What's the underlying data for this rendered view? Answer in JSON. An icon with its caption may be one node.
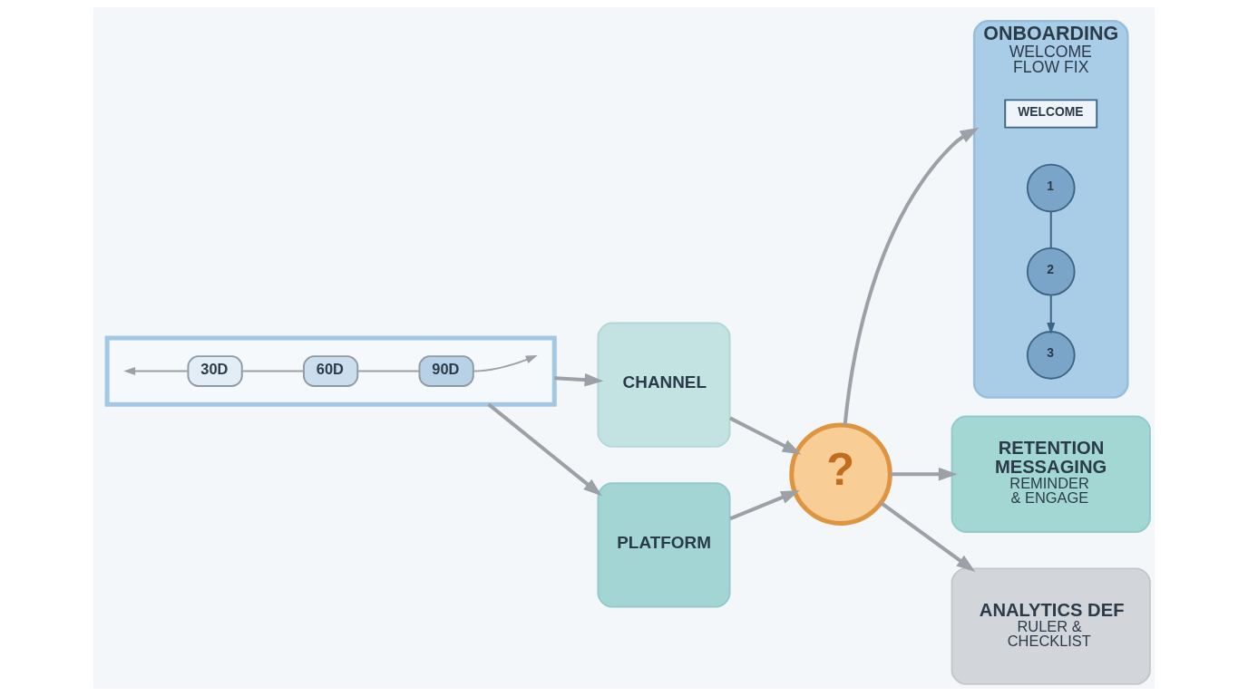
{
  "diagram": {
    "nodes": [
      {
        "text": [],
        "shape": "box"
      },
      {
        "text": [
          "30D"
        ],
        "in": 0
      },
      {
        "text": [
          "60D"
        ],
        "in": 0
      },
      {
        "text": [
          "90D"
        ],
        "in": 0
      },
      {
        "text": [
          "CHANNEL"
        ]
      },
      {
        "text": [
          "PLATFORM"
        ]
      },
      {
        "text": [
          "?"
        ]
      },
      {
        "text": [
          "ONBOARDING",
          "WELCOME FLOW FIX"
        ]
      },
      {
        "text": [
          "WELCOME"
        ],
        "in": 7
      },
      {
        "text": [
          "1"
        ],
        "in": 7
      },
      {
        "text": [
          "2"
        ],
        "in": 7
      },
      {
        "text": [
          "3"
        ],
        "in": 7
      },
      {
        "text": [
          "RETENTION MESSAGING",
          "REMINDER & ENGAGE"
        ]
      },
      {
        "text": [
          "ANALYTICS DEF",
          "RULER & CHECKLIST"
        ]
      }
    ],
    "edges": [
      {
        "from": 1,
        "to": null,
        "arrow": "to"
      },
      {
        "from": 1,
        "to": 2,
        "arrow": "none"
      },
      {
        "from": 2,
        "to": 3,
        "arrow": "none"
      },
      {
        "from": 3,
        "to": null,
        "arrow": "to"
      },
      {
        "from": 0,
        "to": 4,
        "arrow": "to"
      },
      {
        "from": 0,
        "to": 5,
        "arrow": "to"
      },
      {
        "from": 4,
        "to": 6,
        "arrow": "to"
      },
      {
        "from": 5,
        "to": 6,
        "arrow": "to"
      },
      {
        "from": 6,
        "to": 7,
        "arrow": "to"
      },
      {
        "from": 6,
        "to": 12,
        "arrow": "to"
      },
      {
        "from": 6,
        "to": 13,
        "arrow": "to"
      },
      {
        "from": 9,
        "to": 10,
        "arrow": "none",
        "color": "#3d6585"
      },
      {
        "from": 10,
        "to": 11,
        "arrow": "to",
        "color": "#3d6585"
      }
    ]
  }
}
